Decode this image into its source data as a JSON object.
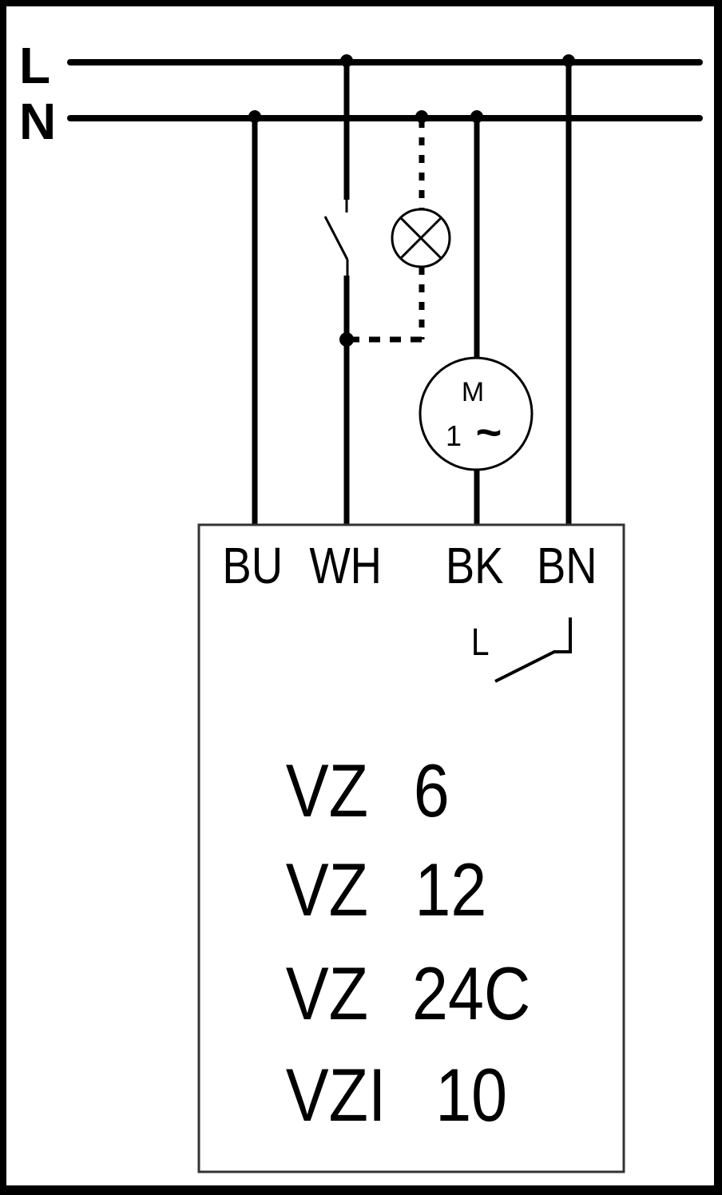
{
  "diagram": {
    "type": "wiring-schematic",
    "bus_labels": {
      "line": "L",
      "neutral": "N"
    },
    "components": {
      "switch": {
        "label": ""
      },
      "lamp": {
        "label": ""
      },
      "motor": {
        "letter": "M",
        "phase": "1",
        "ac_symbol": "~"
      }
    },
    "terminal_box": {
      "terminals": [
        "BU",
        "WH",
        "BK",
        "BN"
      ],
      "internal_contact_label": "L",
      "models": [
        {
          "series": "VZ",
          "size": "6"
        },
        {
          "series": "VZ",
          "size": "12"
        },
        {
          "series": "VZ",
          "size": "24C"
        },
        {
          "series": "VZI",
          "size": "10"
        }
      ]
    },
    "colors": {
      "line": "#000000",
      "background": "#ffffff",
      "frame": "#000000"
    }
  }
}
